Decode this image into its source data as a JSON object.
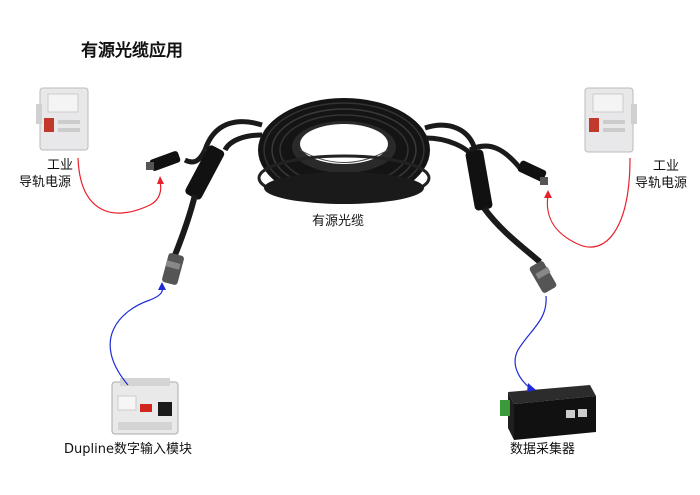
{
  "title": "有源光缆应用",
  "cable_label": "有源光缆",
  "left_power": {
    "line1": "工业",
    "line2": "导轨电源"
  },
  "right_power": {
    "line1": "工业",
    "line2": "导轨电源"
  },
  "input_module_label": "Dupline数字输入模块",
  "data_collector_label": "数据采集器",
  "colors": {
    "power_link": "#e8202a",
    "data_link": "#1f2bd6",
    "cable": "#1a1a1a"
  }
}
